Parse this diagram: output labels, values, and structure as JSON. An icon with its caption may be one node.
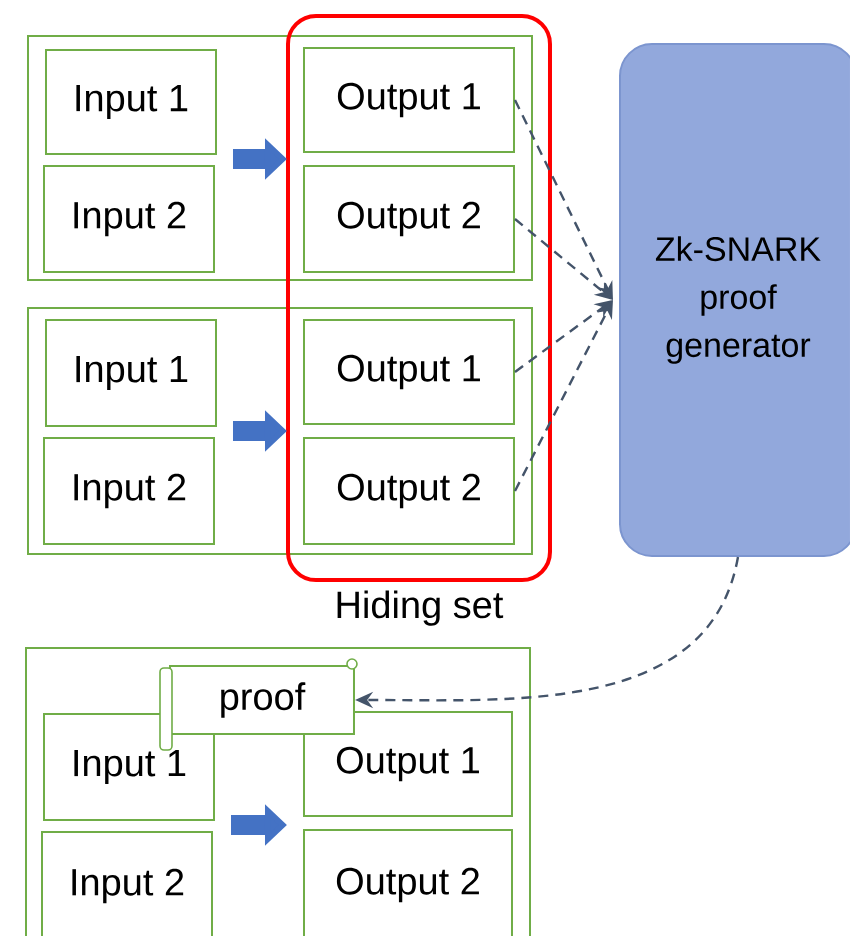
{
  "diagram": {
    "nodes": [
      {
        "text": [],
        "shape": "box"
      },
      {
        "text": [
          "Input 1"
        ],
        "in": 0
      },
      {
        "text": [
          "Input 2"
        ],
        "in": 0
      },
      {
        "text": [
          "Output 1"
        ],
        "in": 0
      },
      {
        "text": [
          "Output 2"
        ],
        "in": 0
      },
      {
        "text": [],
        "shape": "box"
      },
      {
        "text": [
          "Input 1"
        ],
        "in": 5
      },
      {
        "text": [
          "Input 2"
        ],
        "in": 5
      },
      {
        "text": [
          "Output 1"
        ],
        "in": 5
      },
      {
        "text": [
          "Output 2"
        ],
        "in": 5
      },
      {
        "text": [
          "Zk-SNARK proof generator"
        ]
      },
      {
        "text": [],
        "shape": "box"
      },
      {
        "text": [
          "proof"
        ],
        "in": 11
      },
      {
        "text": [
          "Input 1"
        ],
        "in": 11
      },
      {
        "text": [
          "Input 2"
        ],
        "in": 11
      },
      {
        "text": [
          "Output 1"
        ],
        "in": 11
      },
      {
        "text": [
          "Output 2"
        ],
        "in": 11
      }
    ],
    "edges": [
      {
        "from": 1,
        "to": 3,
        "arrow": "to",
        "style": "thick",
        "color": "#4472c4"
      },
      {
        "from": 6,
        "to": 8,
        "arrow": "to",
        "style": "thick",
        "color": "#4472c4"
      },
      {
        "from": 13,
        "to": 15,
        "arrow": "to",
        "style": "thick",
        "color": "#4472c4"
      },
      {
        "from": 3,
        "to": 10,
        "arrow": "to",
        "style": "dashed"
      },
      {
        "from": 4,
        "to": 10,
        "arrow": "to",
        "style": "dashed"
      },
      {
        "from": 8,
        "to": 10,
        "arrow": "to",
        "style": "dashed"
      },
      {
        "from": 9,
        "to": 10,
        "arrow": "to",
        "style": "dashed"
      },
      {
        "from": 10,
        "to": 12,
        "arrow": "to",
        "style": "dashed"
      }
    ],
    "labels": [
      "Hiding set"
    ]
  }
}
